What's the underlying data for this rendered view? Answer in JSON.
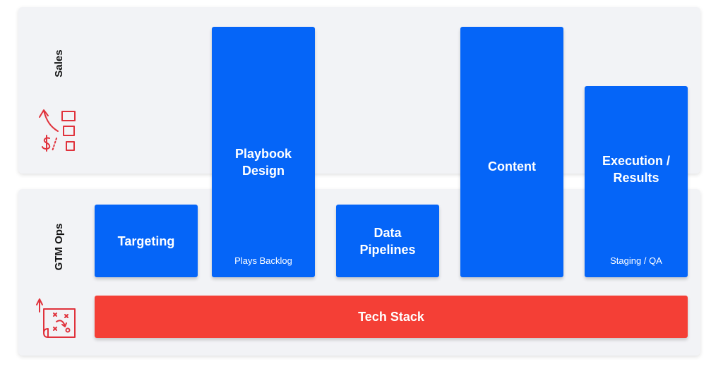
{
  "colors": {
    "block": "#0565f8",
    "tech": "#f43f36",
    "lane_bg": "#f2f3f6",
    "icon": "#e0323c"
  },
  "lanes": {
    "sales": {
      "label": "Sales",
      "icon": "sales-strategy-icon"
    },
    "gtm": {
      "label": "GTM Ops",
      "icon": "playbook-map-icon"
    }
  },
  "blocks": {
    "targeting": {
      "title": "Targeting"
    },
    "playbook": {
      "title_line1": "Playbook",
      "title_line2": "Design",
      "subtitle": "Plays Backlog"
    },
    "data": {
      "title_line1": "Data",
      "title_line2": "Pipelines"
    },
    "content": {
      "title": "Content"
    },
    "execution": {
      "title_line1": "Execution /",
      "title_line2": "Results",
      "subtitle": "Staging / QA"
    },
    "tech_stack": {
      "title": "Tech Stack"
    }
  }
}
